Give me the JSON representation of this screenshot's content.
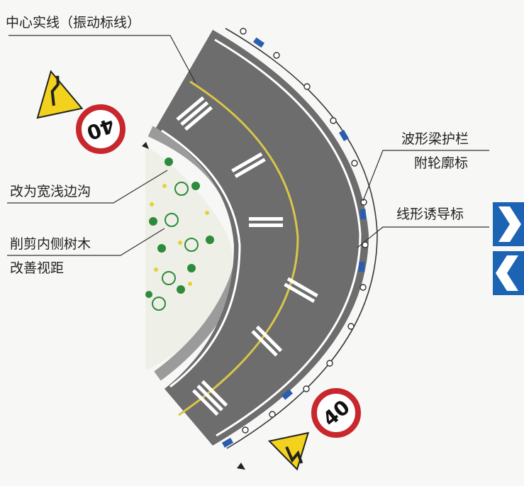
{
  "labels": {
    "center_line": "中心实线（振动标线）",
    "guardrail_line1": "波形梁护栏",
    "guardrail_line2": "附轮廓标",
    "ditch": "改为宽浅边沟",
    "trees_line1": "削剪内侧树木",
    "trees_line2": "改善视距",
    "chevron": "线形诱导标"
  },
  "signs": {
    "speed_limit_top": "40",
    "speed_limit_bottom": "40"
  },
  "colors": {
    "road": "#6d6d6d",
    "center_line": "#d9c64a",
    "guardrail_post": "#2a5db0",
    "speed_ring": "#c8282d",
    "warning_sign": "#f2d21c",
    "chevron_sign": "#1d63b3",
    "shrub": "#2e8b3a",
    "flower": "#e8cf3a"
  },
  "icons": {
    "warning": "curve-warning-icon",
    "chevron": "chevron-arrow-icon"
  }
}
